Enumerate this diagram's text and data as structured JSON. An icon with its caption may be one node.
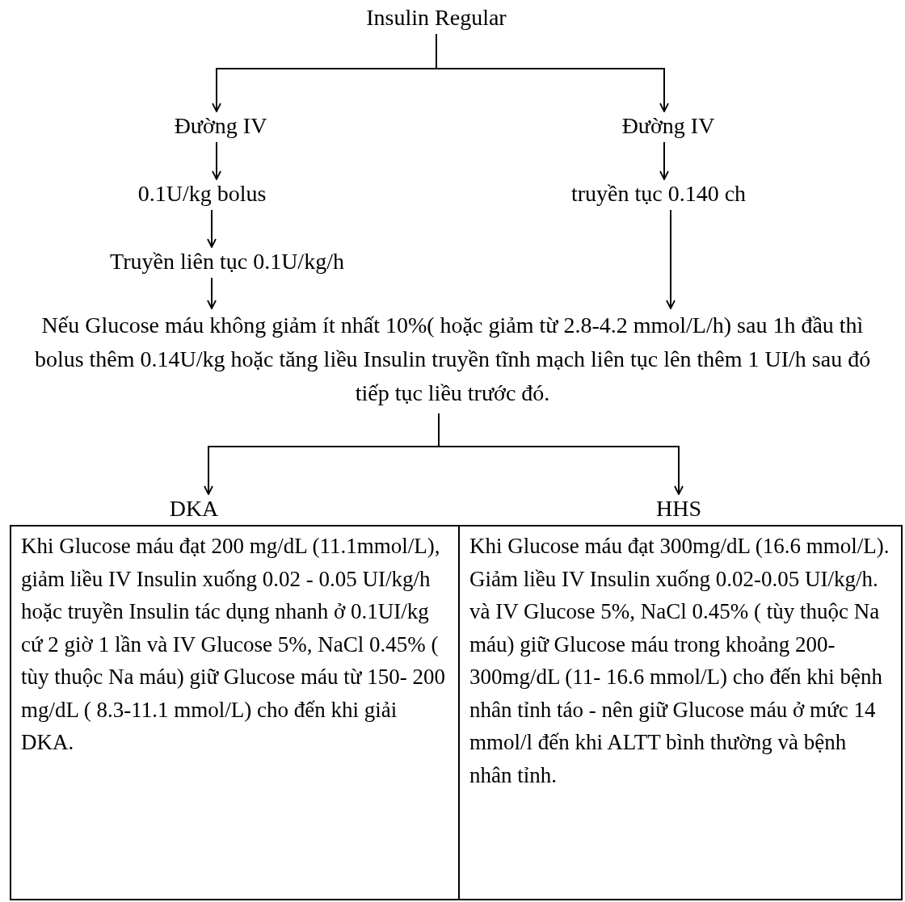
{
  "diagram": {
    "nodes": [
      {
        "text": [
          "Insulin Regular"
        ]
      },
      {
        "text": [
          "Đường IV"
        ]
      },
      {
        "text": [
          "Đường IV"
        ]
      },
      {
        "text": [
          "0.1U/kg bolus"
        ]
      },
      {
        "text": [
          "truyền tục 0.140 ch"
        ]
      },
      {
        "text": [
          "Truyền liên tục 0.1U/kg/h"
        ]
      },
      {
        "text": [
          "Nếu Glucose máu không giảm ít nhất 10%( hoặc giảm từ 2.8-4.2 mmol/L/h) sau 1h đầu thì bolus thêm 0.14U/kg hoặc tăng liều Insulin truyền tĩnh mạch liên tục lên thêm 1 UI/h sau đó tiếp tục liều trước đó."
        ]
      },
      {
        "text": [
          "DKA"
        ]
      },
      {
        "text": [
          "HHS"
        ]
      },
      {
        "text": [
          "Khi Glucose máu đạt 200 mg/dL (11.1mmol/L), giảm liều IV Insulin xuống 0.02 - 0.05 UI/kg/h hoặc truyền Insulin tác dụng nhanh ở 0.1UI/kg cứ 2 giờ 1 lần và IV Glucose 5%,  NaCl 0.45% ( tùy thuộc Na máu) giữ Glucose máu từ 150- 200 mg/dL ( 8.3-11.1 mmol/L) cho đến khi giải DKA."
        ]
      },
      {
        "text": [
          "Khi Glucose máu đạt 300mg/dL (16.6 mmol/L). Giảm liều IV Insulin xuống 0.02-0.05 UI/kg/h. và IV Glucose 5%, NaCl 0.45% ( tùy thuộc Na máu) giữ Glucose máu trong khoảng 200-300mg/dL (11- 16.6 mmol/L) cho đến khi bệnh nhân tỉnh táo - nên giữ Glucose máu ở mức 14 mmol/l đến khi ALTT bình thường và bệnh nhân tỉnh."
        ]
      }
    ],
    "edges": [
      {
        "from": 0,
        "to": 1,
        "arrow": "to"
      },
      {
        "from": 0,
        "to": 2,
        "arrow": "to"
      },
      {
        "from": 1,
        "to": 3,
        "arrow": "to"
      },
      {
        "from": 2,
        "to": 4,
        "arrow": "to"
      },
      {
        "from": 3,
        "to": 5,
        "arrow": "to"
      },
      {
        "from": 5,
        "to": 6,
        "arrow": "to"
      },
      {
        "from": 4,
        "to": 6,
        "arrow": "to"
      },
      {
        "from": 6,
        "to": 7,
        "arrow": "to"
      },
      {
        "from": 6,
        "to": 8,
        "arrow": "to"
      }
    ]
  }
}
